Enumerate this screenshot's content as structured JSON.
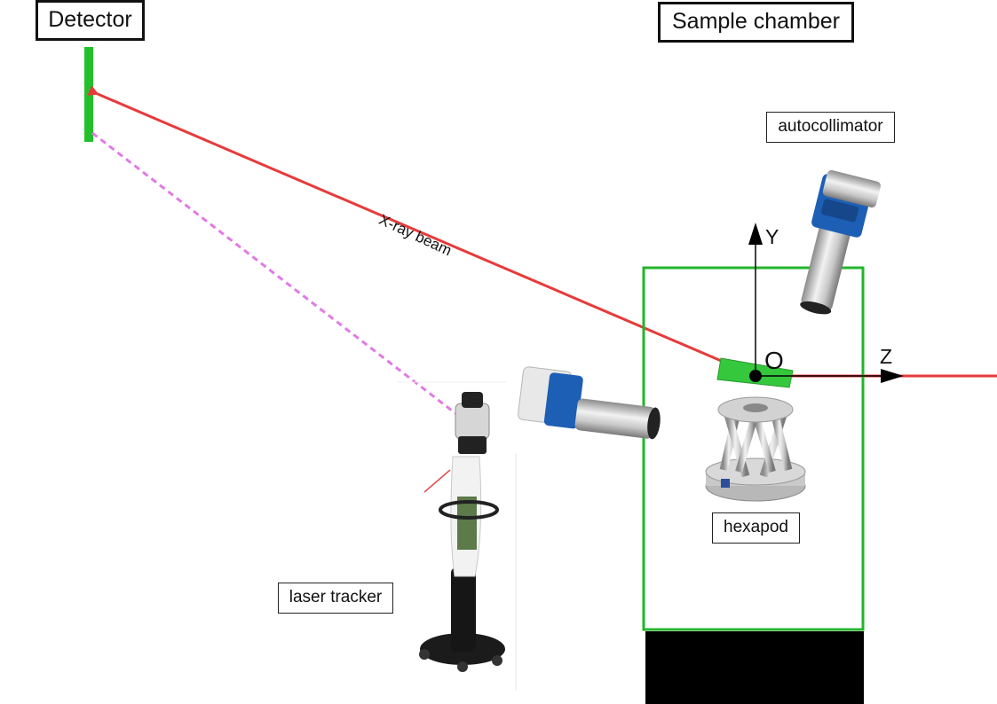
{
  "labels": {
    "detector": "Detector",
    "sample_chamber": "Sample chamber",
    "autocollimator": "autocollimator",
    "hexapod": "hexapod",
    "laser_tracker": "laser tracker",
    "beam": "X-ray beam"
  },
  "axes": {
    "y": "Y",
    "z": "Z",
    "origin": "O"
  },
  "colors": {
    "beam": "#e83a3a",
    "tracker_ray": "#e27ae6",
    "detector": "#22c02a",
    "chamber_border": "#22b52a",
    "sample": "#35c83c",
    "stand": "#000000",
    "autocollimator_body": "#1d5fb5"
  },
  "icons": [
    "autocollimator-icon",
    "hexapod-icon",
    "laser-tracker-icon"
  ]
}
